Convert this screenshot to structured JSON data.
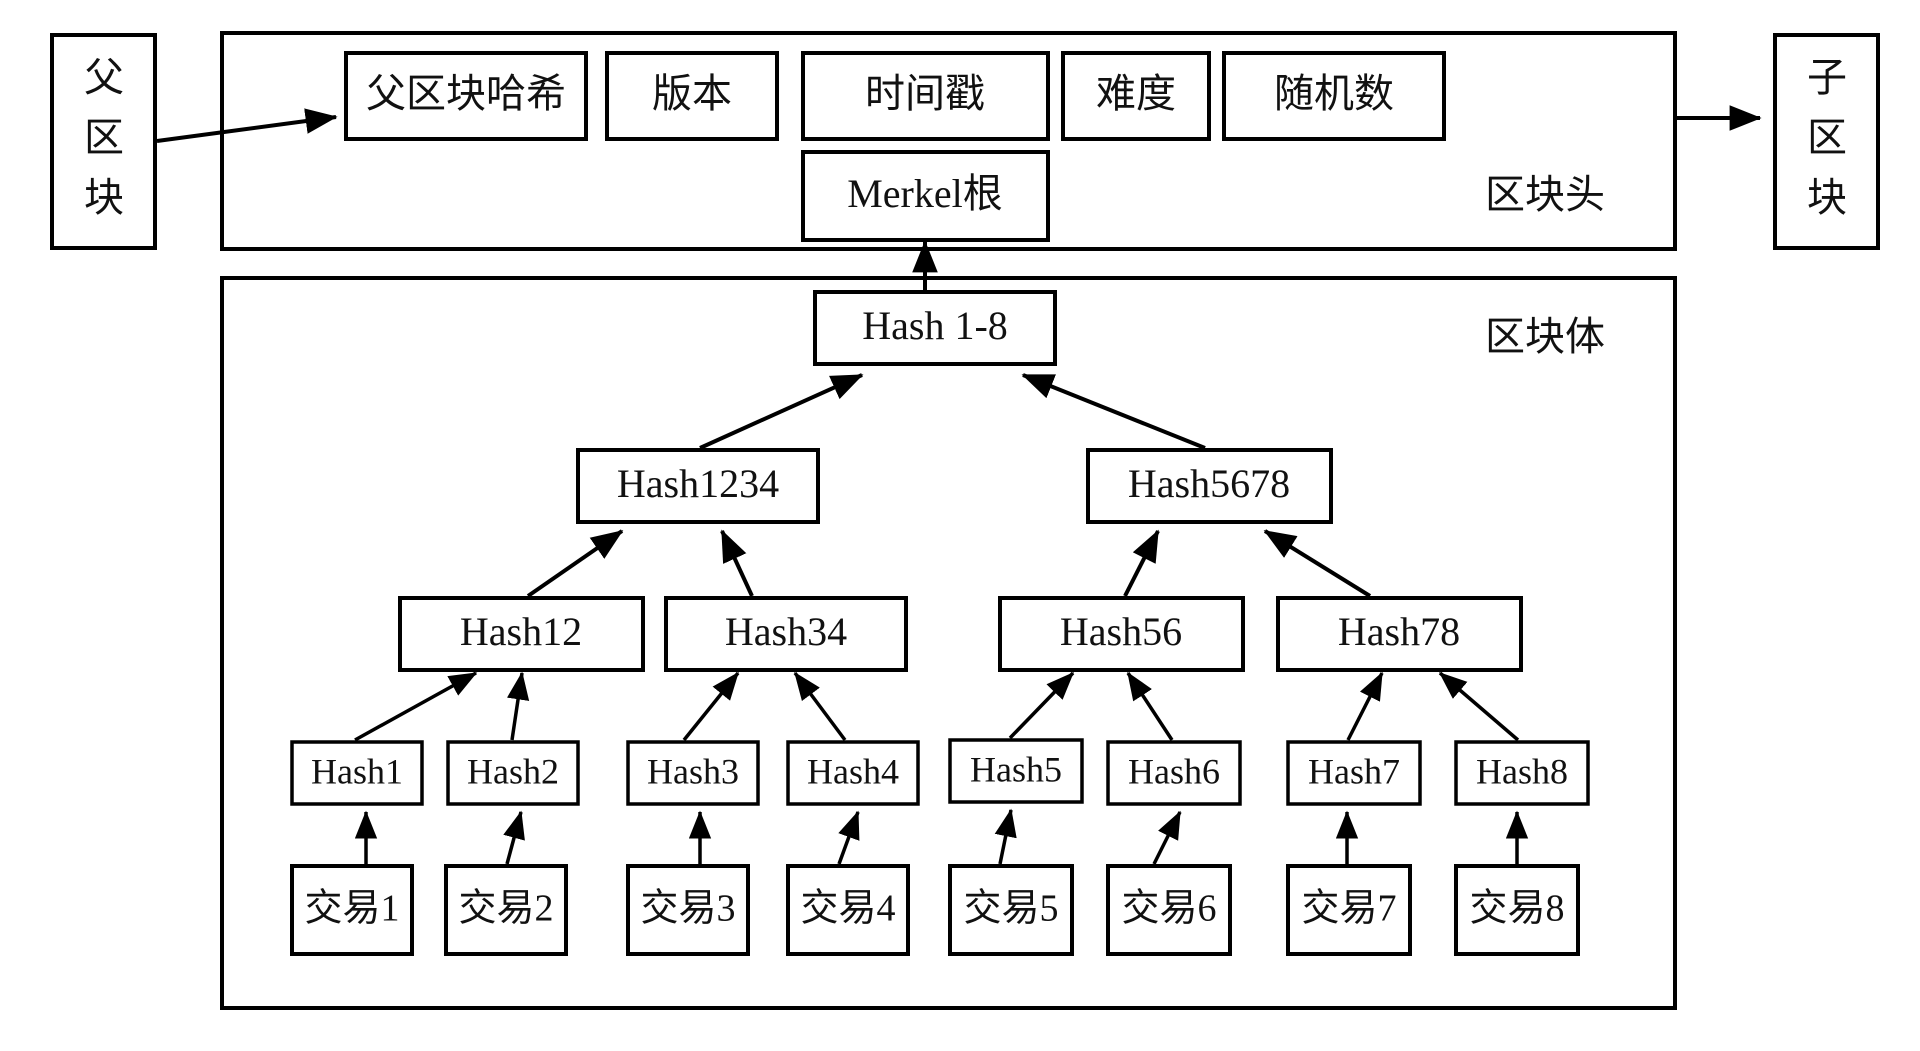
{
  "diagram": {
    "title": "Blockchain block structure with Merkle tree",
    "colors": {
      "stroke": "#000000",
      "fill": "#ffffff",
      "text": "#111111"
    },
    "parent_block": {
      "label": "父区块",
      "chars": [
        "父",
        "区",
        "块"
      ]
    },
    "child_block": {
      "label": "子区块",
      "chars": [
        "子",
        "区",
        "块"
      ]
    },
    "block_header": {
      "section_label": "区块头",
      "fields": [
        {
          "id": "prev-hash",
          "label": "父区块哈希"
        },
        {
          "id": "version",
          "label": "版本"
        },
        {
          "id": "timestamp",
          "label": "时间戳"
        },
        {
          "id": "difficulty",
          "label": "难度"
        },
        {
          "id": "nonce",
          "label": "随机数"
        },
        {
          "id": "merkle-root",
          "label": "Merkel根"
        }
      ]
    },
    "block_body": {
      "section_label": "区块体",
      "merkle_root_node": {
        "id": "hash-1-8",
        "label": "Hash 1-8"
      },
      "level2": [
        {
          "id": "hash1234",
          "label": "Hash1234"
        },
        {
          "id": "hash5678",
          "label": "Hash5678"
        }
      ],
      "level3": [
        {
          "id": "hash12",
          "label": "Hash12"
        },
        {
          "id": "hash34",
          "label": "Hash34"
        },
        {
          "id": "hash56",
          "label": "Hash56"
        },
        {
          "id": "hash78",
          "label": "Hash78"
        }
      ],
      "leaf_hashes": [
        {
          "id": "hash1",
          "label": "Hash1"
        },
        {
          "id": "hash2",
          "label": "Hash2"
        },
        {
          "id": "hash3",
          "label": "Hash3"
        },
        {
          "id": "hash4",
          "label": "Hash4"
        },
        {
          "id": "hash5",
          "label": "Hash5"
        },
        {
          "id": "hash6",
          "label": "Hash6"
        },
        {
          "id": "hash7",
          "label": "Hash7"
        },
        {
          "id": "hash8",
          "label": "Hash8"
        }
      ],
      "transactions": [
        {
          "id": "tx1",
          "label": "交易1"
        },
        {
          "id": "tx2",
          "label": "交易2"
        },
        {
          "id": "tx3",
          "label": "交易3"
        },
        {
          "id": "tx4",
          "label": "交易4"
        },
        {
          "id": "tx5",
          "label": "交易5"
        },
        {
          "id": "tx6",
          "label": "交易6"
        },
        {
          "id": "tx7",
          "label": "交易7"
        },
        {
          "id": "tx8",
          "label": "交易8"
        }
      ]
    },
    "arrows": [
      {
        "from": "父区块",
        "to": "父区块哈希"
      },
      {
        "from": "区块头",
        "to": "子区块"
      },
      {
        "from": "Hash 1-8",
        "to": "Merkel根"
      },
      {
        "from": "Hash1234",
        "to": "Hash 1-8"
      },
      {
        "from": "Hash5678",
        "to": "Hash 1-8"
      },
      {
        "from": "Hash12",
        "to": "Hash1234"
      },
      {
        "from": "Hash34",
        "to": "Hash1234"
      },
      {
        "from": "Hash56",
        "to": "Hash5678"
      },
      {
        "from": "Hash78",
        "to": "Hash5678"
      },
      {
        "from": "Hash1",
        "to": "Hash12"
      },
      {
        "from": "Hash2",
        "to": "Hash12"
      },
      {
        "from": "Hash3",
        "to": "Hash34"
      },
      {
        "from": "Hash4",
        "to": "Hash34"
      },
      {
        "from": "Hash5",
        "to": "Hash56"
      },
      {
        "from": "Hash6",
        "to": "Hash56"
      },
      {
        "from": "Hash7",
        "to": "Hash78"
      },
      {
        "from": "Hash8",
        "to": "Hash78"
      },
      {
        "from": "交易1",
        "to": "Hash1"
      },
      {
        "from": "交易2",
        "to": "Hash2"
      },
      {
        "from": "交易3",
        "to": "Hash3"
      },
      {
        "from": "交易4",
        "to": "Hash4"
      },
      {
        "from": "交易5",
        "to": "Hash5"
      },
      {
        "from": "交易6",
        "to": "Hash6"
      },
      {
        "from": "交易7",
        "to": "Hash7"
      },
      {
        "from": "交易8",
        "to": "Hash8"
      }
    ]
  }
}
